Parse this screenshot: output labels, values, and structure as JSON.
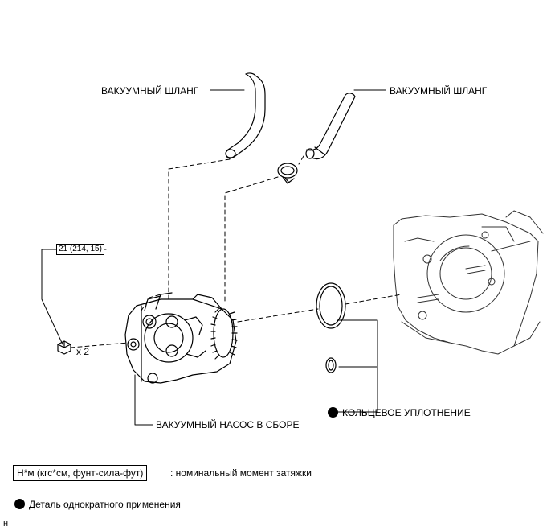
{
  "labels": {
    "vacuum_hose_left": "ВАКУУМНЫЙ ШЛАНГ",
    "vacuum_hose_right": "ВАКУУМНЫЙ ШЛАНГ",
    "torque_spec": "21 (214, 15)",
    "quantity": "x 2",
    "vacuum_pump": "ВАКУУМНЫЙ НАСОС В СБОРЕ",
    "o_ring": "КОЛЬЦЕВОЕ УПЛОТНЕНИЕ"
  },
  "legend": {
    "torque_units": "Н*м (кгс*см, фунт-сила-фут)",
    "torque_desc": ": номинальный момент затяжки",
    "single_use_desc": "Деталь однократного применения"
  },
  "footer": {
    "code": "н"
  },
  "colors": {
    "line": "#000000",
    "background": "#ffffff"
  }
}
